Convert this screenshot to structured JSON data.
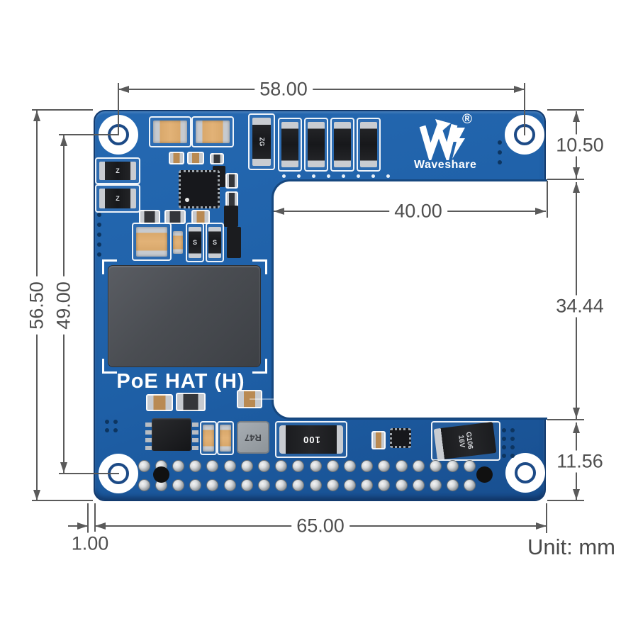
{
  "diagram": {
    "unit_label": "Unit: mm"
  },
  "board": {
    "title": "PoE HAT (H)",
    "brand": "Waveshare",
    "registered_mark": "®"
  },
  "dimensions": {
    "top_hole_spacing": "58.00",
    "top_section_height": "10.50",
    "cutout_width": "40.00",
    "cutout_height": "34.44",
    "board_height": "56.50",
    "hole_spacing_vertical": "49.00",
    "bottom_section_height": "11.56",
    "board_width": "65.00",
    "edge_margin": "1.00"
  },
  "component_markings": {
    "inductor": "R47",
    "tantalum_capacitor": "100",
    "output_capacitor_line1": "G106",
    "output_capacitor_line2": "16V",
    "diode_top": "ZG",
    "diode_left": "Z",
    "diode_small": "S"
  },
  "gpio_header": {
    "rows": 2,
    "cols": 20
  },
  "colors": {
    "pcb_blue": "#1e5fa4",
    "pcb_edge": "#123a6e",
    "silkscreen": "#ffffff",
    "dimension_lines": "#5a5a5a",
    "capacitor_tan": "#d9a86b",
    "shield_gray": "#4a4d52"
  }
}
